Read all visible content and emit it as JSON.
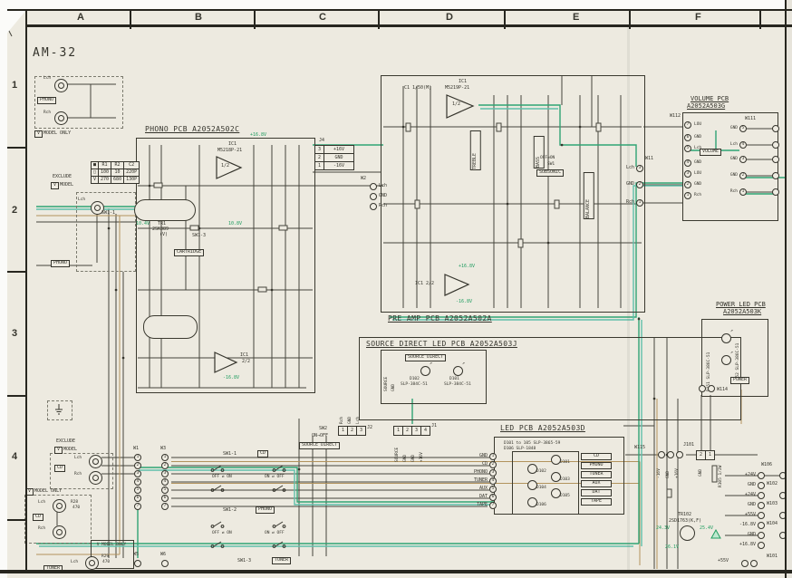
{
  "title": "AM-32",
  "grid": {
    "cols": [
      "A",
      "B",
      "C",
      "D",
      "E",
      "F"
    ],
    "rows": [
      "1",
      "2",
      "3",
      "4"
    ]
  },
  "colors": {
    "paper": "#edeae0",
    "ink": "#35342c",
    "trace_green": "#2fa474",
    "trace_teal": "#5fc0aa",
    "trace_tan": "#b2935d"
  },
  "pin_numbers": [
    "1",
    "2",
    "3",
    "4",
    "5",
    "6",
    "7"
  ],
  "icons": {
    "led_arrow": "↗"
  },
  "top_input": {
    "label": "PHONO",
    "v": "V",
    "model_only": "MODEL ONLY",
    "lch": "Lch",
    "rch": "Rch"
  },
  "exclude_top": {
    "line1": "EXCLUDE",
    "v": "V",
    "line2": "MODEL",
    "jack": "PHONO",
    "lch": "Lch",
    "sw": "SW1-1"
  },
  "value_table": {
    "headers": [
      "■",
      "R1",
      "R2",
      "C2"
    ],
    "rows": [
      [
        "□",
        "100",
        "10",
        "220P"
      ],
      [
        "V",
        "270",
        "680",
        "130P"
      ]
    ]
  },
  "phono_pcb": {
    "title": "PHONO PCB A2052A502C",
    "ic_ref": "IC1",
    "ic_part": "M5218P-21",
    "half": "1/2",
    "ic2_ref": "IC1",
    "half2": "2/2",
    "tr_ref": "TR1",
    "tr_part": "2SK389",
    "tr_note": "(V)",
    "sw3": "SW1-3",
    "cartridge": "CARTRIDGE",
    "vcc": "+16.8V",
    "vee": "-16.8V",
    "v1": "10.4V",
    "v2": "10.8V"
  },
  "preamp_pcb": {
    "title": "PRE AMP PCB A2052A502A",
    "c1": "C1 1/50(M)",
    "ic_ref": "IC1",
    "ic_part": "M5219P-21",
    "half": "1/2",
    "ic2": "IC1 2/2",
    "treble": "TREBLE",
    "bass": "BASS",
    "off_on": "OFF⇄ON",
    "sw1": "SW1",
    "subsonic": "SUBSONIC",
    "balance": "BALANCE",
    "vcc": "+16.8V",
    "vee": "-16.8V",
    "j4": {
      "name": "J4",
      "pins": [
        [
          "3",
          "+16V"
        ],
        [
          "2",
          "GND"
        ],
        [
          "1",
          "-16V"
        ]
      ]
    },
    "w2": {
      "name": "W2",
      "labels": [
        "Lch",
        "GND",
        "Rch"
      ]
    },
    "w11": {
      "name": "W11",
      "pins": [
        [
          "3",
          "Lch"
        ],
        [
          "2",
          "GND"
        ],
        [
          "1",
          "Rch"
        ]
      ]
    }
  },
  "source_direct_pcb": {
    "title": "SOURCE DIRECT LED PCB A2052A503J",
    "label": "SOURCE DIRECT",
    "d102": "D102",
    "d101": "D101",
    "part": "SLP-384C-51",
    "src": "SOURCE",
    "gnd": "GND"
  },
  "led_pcb": {
    "title": "LED PCB A2052A503D",
    "note1": "D101 to 105  SLP-3865-59",
    "note2": "D106  SLP-1848",
    "pin_labels": [
      "GND",
      "CD",
      "PHONO",
      "TUNER",
      "AUX",
      "DAT",
      "TAPE"
    ],
    "leds": [
      "D101",
      "D102",
      "D103",
      "D104",
      "D105",
      "D106"
    ],
    "sources": [
      "CD",
      "PHONO",
      "TUNER",
      "AUX",
      "DAT",
      "TAPE"
    ]
  },
  "volume_pcb": {
    "title1": "VOLUME PCB",
    "title2": "A2052A503G",
    "volume": "VOLUME",
    "w112": "W112",
    "w111": "W111",
    "left_pins": [
      [
        "7",
        "LOU"
      ],
      [
        "6",
        "GND"
      ],
      [
        "5",
        "Lch"
      ],
      [
        "4",
        "GND"
      ],
      [
        "3",
        "LOU"
      ],
      [
        "2",
        "GND"
      ],
      [
        "1",
        "Rch"
      ]
    ],
    "right_pins": [
      [
        "5",
        "GND"
      ],
      [
        "4",
        "Lch"
      ],
      [
        "3",
        "GND"
      ],
      [
        "2",
        "GND"
      ],
      [
        "1",
        "Rch"
      ]
    ]
  },
  "power_led_pcb": {
    "title1": "POWER LED PCB",
    "title2": "A2052A503K",
    "d152": "D152 SLP-386C-51",
    "d151": "D151 SLP-386C-51",
    "power": "POWER",
    "w114": "W114"
  },
  "switches": {
    "sw1_1": "SW1-1",
    "cd": "CD",
    "sw1_2": "SW1-2",
    "phono": "PHONO",
    "sw1_3": "SW1-3",
    "tuner": "TUNER",
    "off_on": "OFF ⇄ ON",
    "on_off": "ON ⇄ OFF",
    "sw2": "SW2",
    "sw2_dir": "ON→OFF",
    "source_direct": "SOURCE DIRECT"
  },
  "bottom_left": {
    "exclude1": "EXCLUDE",
    "v": "V",
    "exclude2": "MODEL",
    "cd": "CD",
    "lch": "Lch",
    "rch": "Rch",
    "model_only": "MODEL ONLY",
    "cd2": "CD",
    "r28": "R28",
    "r28v": "470",
    "model_only2": "V MODEL ONLY",
    "r29": "R29",
    "r29v": "470",
    "tuner": "TUNER",
    "lch2": "Lch"
  },
  "connectors": {
    "w1": "W1",
    "w3": "W3",
    "w5": "W5",
    "w6": "W6",
    "j2": {
      "name": "J2",
      "labels": [
        "Rch",
        "GND",
        "Lch"
      ],
      "pins": [
        "1",
        "2",
        "3"
      ]
    },
    "j1": {
      "name": "J1",
      "labels": [
        "SOURCE",
        "GND",
        "GND",
        "+16V"
      ],
      "pins": [
        "1",
        "2",
        "3",
        "4"
      ]
    }
  },
  "power_section": {
    "w115": "W115",
    "w115_labels": [
      "-16V",
      "GND",
      "+16V"
    ],
    "j101": "J101",
    "j101_pins": [
      "2",
      "1"
    ],
    "gnd": "GND",
    "r105": "R105 1/2W",
    "tr_ref": "TR102",
    "tr_part": "2SD1763(K,F)",
    "v1": "24.3V",
    "v2": "25.4V",
    "v3": "26.1V",
    "rails": [
      "+24V",
      "GND",
      "+24V",
      "GND",
      "+55V",
      "-16.8V",
      "GND",
      "+16.8V"
    ],
    "rail_bottom": "+55V",
    "w106": "W106",
    "w102": "W102",
    "w103": "W103",
    "w104": "W104",
    "w101": "W101"
  }
}
